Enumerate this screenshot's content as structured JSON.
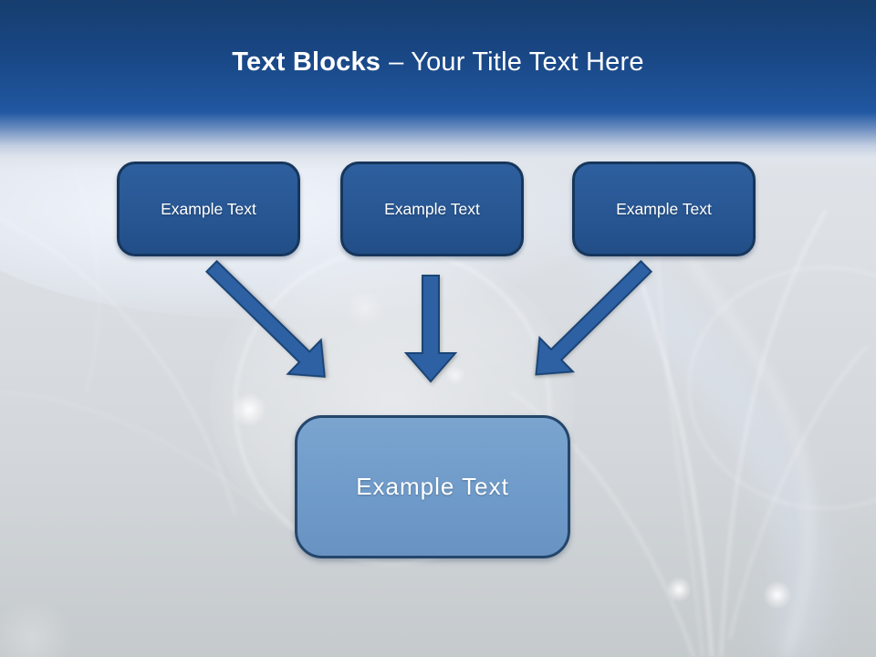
{
  "slide": {
    "title": {
      "bold": "Text Blocks",
      "regular": "– Your Title Text Here"
    }
  },
  "diagram": {
    "top_blocks": [
      {
        "label": "Example Text"
      },
      {
        "label": "Example Text"
      },
      {
        "label": "Example Text"
      }
    ],
    "bottom_block": {
      "label": "Example Text"
    },
    "arrows": [
      {
        "direction": "down-right"
      },
      {
        "direction": "down"
      },
      {
        "direction": "down-left"
      }
    ]
  },
  "colors": {
    "header_top": "#163e6e",
    "header_mid": "#2158a2",
    "title_color": "#ffffff",
    "block_fill": "#275692",
    "block_border": "#16365c",
    "bottom_fill": "#6f9bca",
    "bottom_border": "#24466b",
    "arrow_fill": "#2d61a3",
    "arrow_stroke": "#1b4476"
  }
}
